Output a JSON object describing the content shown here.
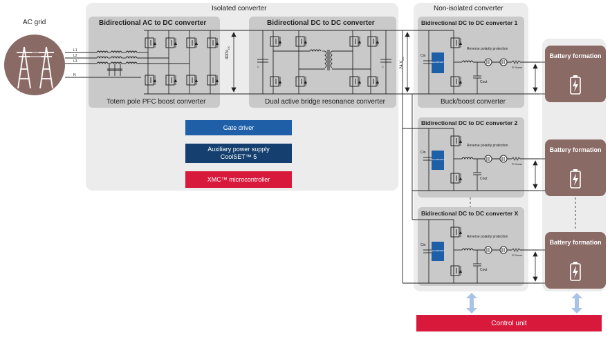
{
  "ac_grid": {
    "label": "AC grid",
    "lines": [
      "L1",
      "L2",
      "L3",
      "N"
    ]
  },
  "isolated": {
    "title": "Isolated converter",
    "ac_dc": {
      "title": "Bidirectional AC to DC converter",
      "subtitle": "Totem pole PFC boost converter"
    },
    "dc_dc": {
      "title": "Bidirectional DC to DC converter",
      "subtitle": "Dual active bridge resonance converter"
    },
    "bus_voltage": "400V",
    "bus_voltage_sub": "DC",
    "bars": [
      {
        "label": "Gate driver",
        "color": "#1e5fa8"
      },
      {
        "label": "Auxiliary power supply\nCoolSET™ 5",
        "color": "#143f6e"
      },
      {
        "label": "XMC™ microcontroller",
        "color": "#d9193c"
      }
    ]
  },
  "non_isolated": {
    "title": "Non-isolated converter",
    "bus_voltage": "24 V",
    "bus_voltage_sub": "DC",
    "converters": [
      {
        "title": "Bidirectional DC to DC converter 1",
        "subtitle": "Buck/boost converter"
      },
      {
        "title": "Bidirectional DC to DC converter 2",
        "subtitle": ""
      },
      {
        "title": "Bidirectional DC to DC converter X",
        "subtitle": ""
      }
    ],
    "reverse_label": "Reverse polarity protection",
    "rsense_label": "R Sense",
    "chip_label": "EiceDRIVER™",
    "cin_label": "Cin",
    "cout_label": "Cout"
  },
  "battery": {
    "label": "Battery formation",
    "count": 3
  },
  "control_unit": {
    "label": "Control unit",
    "color": "#d9193c"
  },
  "colors": {
    "battery": "#8a6a64",
    "arrow": "#a9c3e6",
    "panel_light": "#ececec",
    "panel_mid": "#c9c9c9"
  }
}
